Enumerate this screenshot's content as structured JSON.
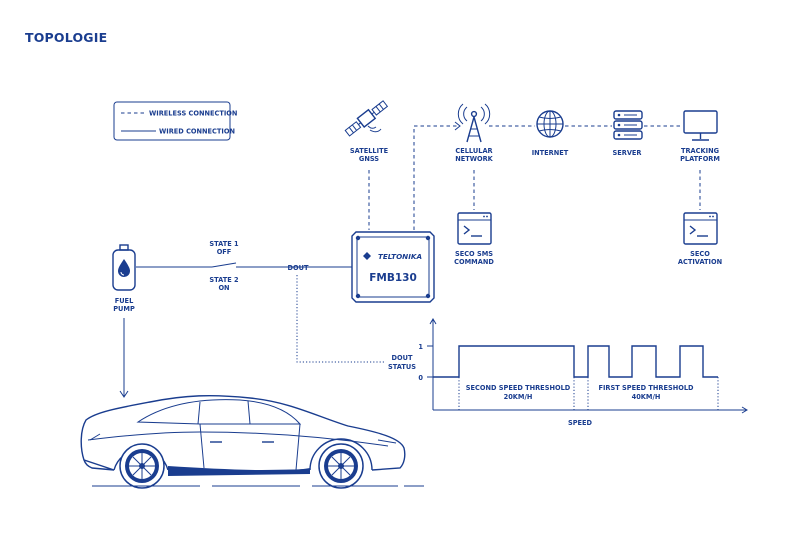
{
  "page": {
    "title": "TOPOLOGIE"
  },
  "legend": {
    "wireless": "WIRELESS CONNECTION",
    "wired": "WIRED CONNECTION"
  },
  "nodes": {
    "satellite": [
      "SATELLITE",
      "GNSS"
    ],
    "cellular": [
      "CELLULAR",
      "NETWORK"
    ],
    "internet": "INTERNET",
    "server": "SERVER",
    "tracking": [
      "TRACKING",
      "PLATFORM"
    ],
    "seco_sms": [
      "SECO SMS",
      "COMMAND"
    ],
    "seco_activation": [
      "SECO",
      "ACTIVATION"
    ],
    "fuel_pump": [
      "FUEL",
      "PUMP"
    ],
    "device_brand": "TELTONIKA",
    "device_model": "FMB130",
    "state1": [
      "STATE 1",
      "OFF"
    ],
    "state2": [
      "STATE 2",
      "ON"
    ],
    "dout": "DOUT",
    "dout_status": [
      "DOUT",
      "STATUS"
    ]
  },
  "signal_chart": {
    "y_ticks": [
      "1",
      "0"
    ],
    "second_threshold": [
      "SECOND SPEED THRESHOLD",
      "20KM/H"
    ],
    "first_threshold": [
      "FIRST SPEED THRESHOLD",
      "40KM/H"
    ],
    "xlabel": "SPEED"
  },
  "colors": {
    "primary": "#1a3d8f",
    "background": "#ffffff"
  }
}
